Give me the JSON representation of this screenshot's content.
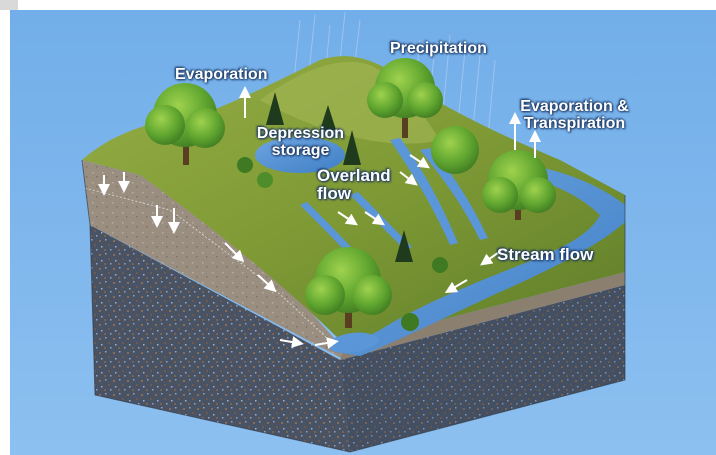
{
  "diagram": {
    "labels": {
      "evaporation": "Evaporation",
      "precipitation": "Precipitation",
      "evaporation_transpiration": "Evaporation &\nTranspiration",
      "depression_storage": "Depression\nstorage",
      "overland_flow": "Overland\nflow",
      "stream_flow": "Stream flow"
    },
    "colors": {
      "sky": "#79b3ea",
      "grass": "#7f9a35",
      "water": "#4d8bd0",
      "soil_top": "#9a8e80",
      "bedrock": "#4a5364",
      "arrow": "#ffffff"
    }
  }
}
